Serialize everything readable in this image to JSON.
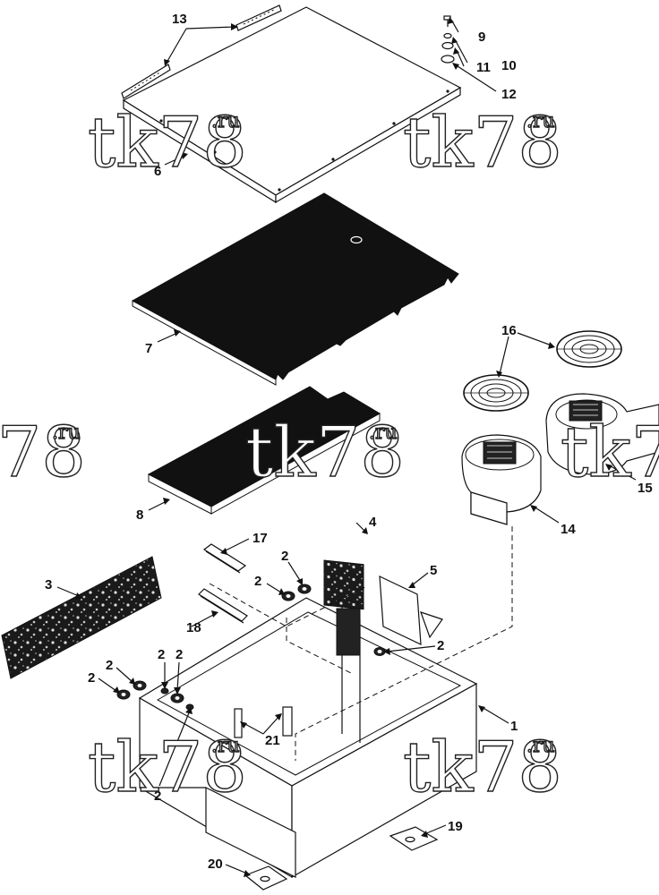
{
  "watermark": {
    "brand": "tk78",
    "suffix": ".ru"
  },
  "callouts": {
    "c1": "1",
    "c2": "2",
    "c3": "3",
    "c4": "4",
    "c5": "5",
    "c6": "6",
    "c7": "7",
    "c8": "8",
    "c9": "9",
    "c10": "10",
    "c11": "11",
    "c12": "12",
    "c13": "13",
    "c14": "14",
    "c15": "15",
    "c16": "16",
    "c17": "17",
    "c18": "18",
    "c19": "19",
    "c20": "20",
    "c21": "21"
  },
  "colors": {
    "line": "#111111",
    "panel_fill": "#111111",
    "paper": "#ffffff"
  }
}
